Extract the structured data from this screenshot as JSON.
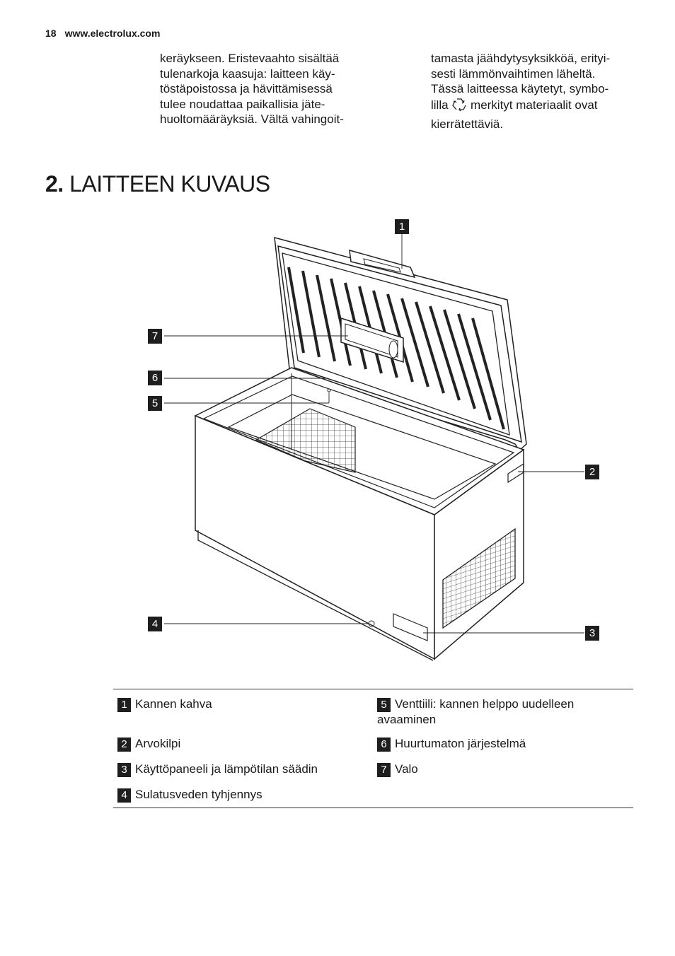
{
  "header": {
    "page_number": "18",
    "site": "www.electrolux.com"
  },
  "intro": {
    "col1_lines": [
      "keräykseen. Eristevaahto sisältää",
      "tulenarkoja kaasuja: laitteen käy-",
      "töstäpoistossa ja hävittämisessä",
      "tulee noudattaa paikallisia jäte-",
      "huoltomääräyksiä. Vältä vahingoit-"
    ],
    "col2_lines": [
      "tamasta jäähdytysyksikköä, erityi-",
      "sesti lämmönvaihtimen läheltä.",
      "Tässä laitteessa käytetyt, symbo-"
    ],
    "col2_symbol_before": "lilla",
    "col2_symbol_after": "merkityt materiaalit ovat",
    "col2_last": "kierrätettäviä.",
    "recycle_icon": "recycle-icon"
  },
  "section": {
    "number": "2.",
    "title": "LAITTEEN KUVAUS"
  },
  "callouts": [
    "1",
    "2",
    "3",
    "4",
    "5",
    "6",
    "7"
  ],
  "legend": [
    {
      "num": "1",
      "label": "Kannen kahva"
    },
    {
      "num": "2",
      "label": "Arvokilpi"
    },
    {
      "num": "3",
      "label": "Käyttöpaneeli ja lämpötilan säädin"
    },
    {
      "num": "4",
      "label": "Sulatusveden tyhjennys"
    },
    {
      "num": "5",
      "label_line1": "Venttiili: kannen helppo uudelleen",
      "label_line2": "avaaminen"
    },
    {
      "num": "6",
      "label": "Huurtumaton järjestelmä"
    },
    {
      "num": "7",
      "label": "Valo"
    }
  ]
}
